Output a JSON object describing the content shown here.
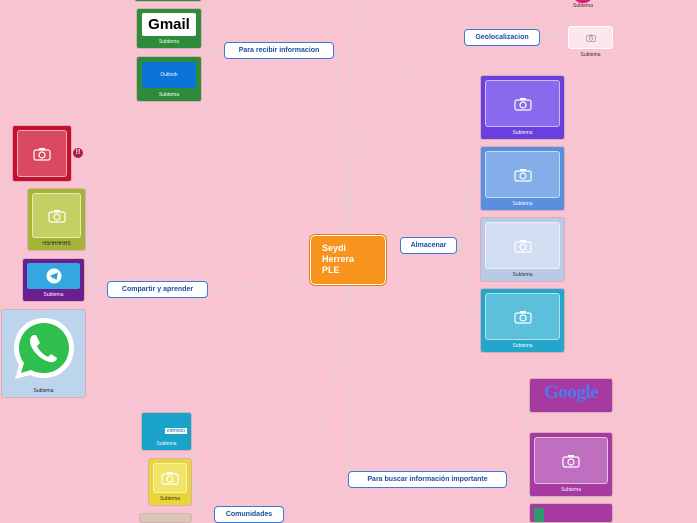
{
  "root": {
    "title_lines": [
      "Seydi",
      "Herrera",
      "PLE"
    ]
  },
  "branches": {
    "recibir": "Para recibir informacion",
    "compartir": "Compartir y aprender",
    "comunidades": "Comunidades",
    "geolocalizacion": "Geolocalizacion",
    "almacenar": "Almacenar",
    "buscar": "Para buscar información importante"
  },
  "cards": {
    "gmail": {
      "caption": "Subtema",
      "logo_text": "Gmail"
    },
    "outlook": {
      "caption": "Subtema",
      "logo_text": "Outlook"
    },
    "red": {
      "badge": "!!"
    },
    "olive": {
      "caption": "HSHHHHHS"
    },
    "telegram": {
      "caption": "Subtema"
    },
    "whatsapp": {
      "caption": "Subtema"
    },
    "edmodo": {
      "caption": "Subtema",
      "logo_text": "edmodo"
    },
    "yellow": {
      "caption": "Subtema"
    },
    "geo_top": {
      "caption": "Subtema"
    },
    "geo_white": {
      "caption": "Subtema"
    },
    "purple": {
      "caption": "Subtema"
    },
    "blue": {
      "caption": "Subtema"
    },
    "lightblue": {
      "caption": "Subtema"
    },
    "teal": {
      "caption": "Subtema"
    },
    "google": {
      "logo_text": "Google"
    },
    "magenta": {
      "caption": "Subtema"
    }
  },
  "colors": {
    "background": "#f9c4d2",
    "root": "#f7941d",
    "branch_border": "#3a7bd5",
    "link": "#dcc6d0"
  }
}
